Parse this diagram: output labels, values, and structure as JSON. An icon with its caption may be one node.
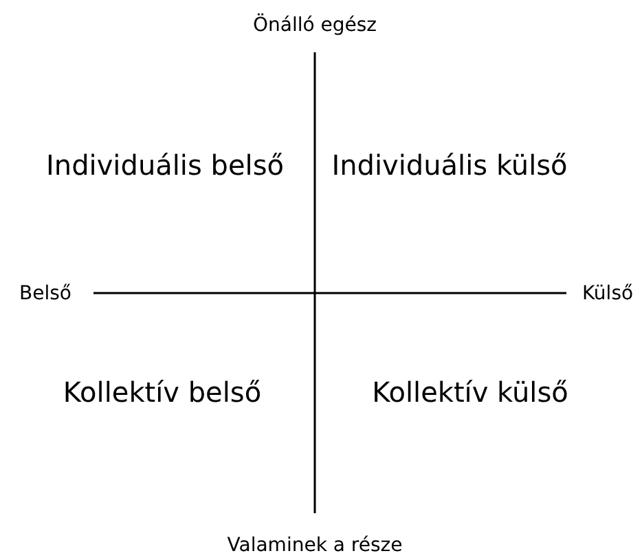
{
  "diagram": {
    "labels": [
      "Önálló egész",
      "Individuális belső",
      "Individuális külső",
      "Belső",
      "Külső",
      "Kollektív belső",
      "Kollektív külső",
      "Valaminek a része"
    ]
  }
}
